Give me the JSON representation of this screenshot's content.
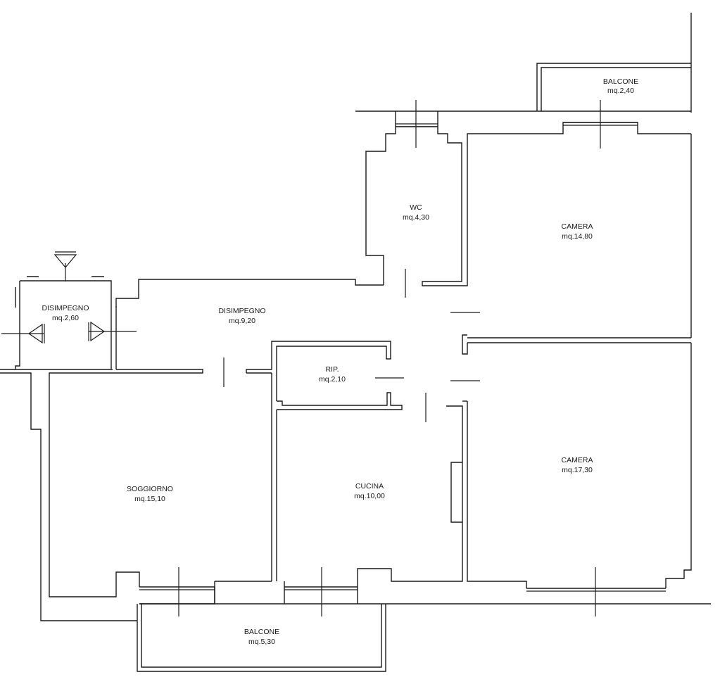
{
  "rooms": [
    {
      "id": "balcone_top",
      "name": "BALCONE",
      "area": "mq.2,40"
    },
    {
      "id": "wc",
      "name": "WC",
      "area": "mq.4,30"
    },
    {
      "id": "camera_top",
      "name": "CAMERA",
      "area": "mq.14,80"
    },
    {
      "id": "disimpegno_small",
      "name": "DISIMPEGNO",
      "area": "mq.2,60"
    },
    {
      "id": "disimpegno_main",
      "name": "DISIMPEGNO",
      "area": "mq.9,20"
    },
    {
      "id": "rip",
      "name": "RIP.",
      "area": "mq.2,10"
    },
    {
      "id": "soggiorno",
      "name": "SOGGIORNO",
      "area": "mq.15,10"
    },
    {
      "id": "cucina",
      "name": "CUCINA",
      "area": "mq.10,00"
    },
    {
      "id": "camera_bottom",
      "name": "CAMERA",
      "area": "mq.17,30"
    },
    {
      "id": "balcone_bottom",
      "name": "BALCONE",
      "area": "mq.5,30"
    }
  ]
}
